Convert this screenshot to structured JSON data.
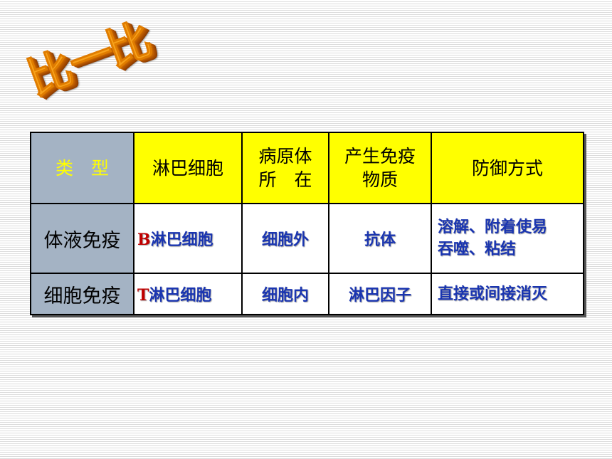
{
  "title": {
    "chars": [
      "比",
      "一",
      "比"
    ]
  },
  "table": {
    "headers": [
      "类　型",
      "淋巴细胞",
      "病原体",
      "所　在",
      "产生免疫",
      "物质",
      "防御方式"
    ],
    "rows": [
      {
        "label": "体液免疫",
        "cell_prefix": "B",
        "lymphocyte": "淋巴细胞",
        "pathogen_location": "细胞外",
        "substance": "抗体",
        "defense_line1": "溶解、附着使易",
        "defense_line2": "吞噬、粘结"
      },
      {
        "label": "细胞免疫",
        "cell_prefix": "T",
        "lymphocyte": "淋巴细胞",
        "pathogen_location": "细胞内",
        "substance": "淋巴因子",
        "defense_line1": "直接或间接消灭"
      }
    ]
  },
  "colors": {
    "header_yellow": "#ffff00",
    "label_gray": "#a4b3c4",
    "text_blue": "#1a35b0",
    "prefix_red": "#c00000",
    "title_orange": "#f7a21b"
  }
}
